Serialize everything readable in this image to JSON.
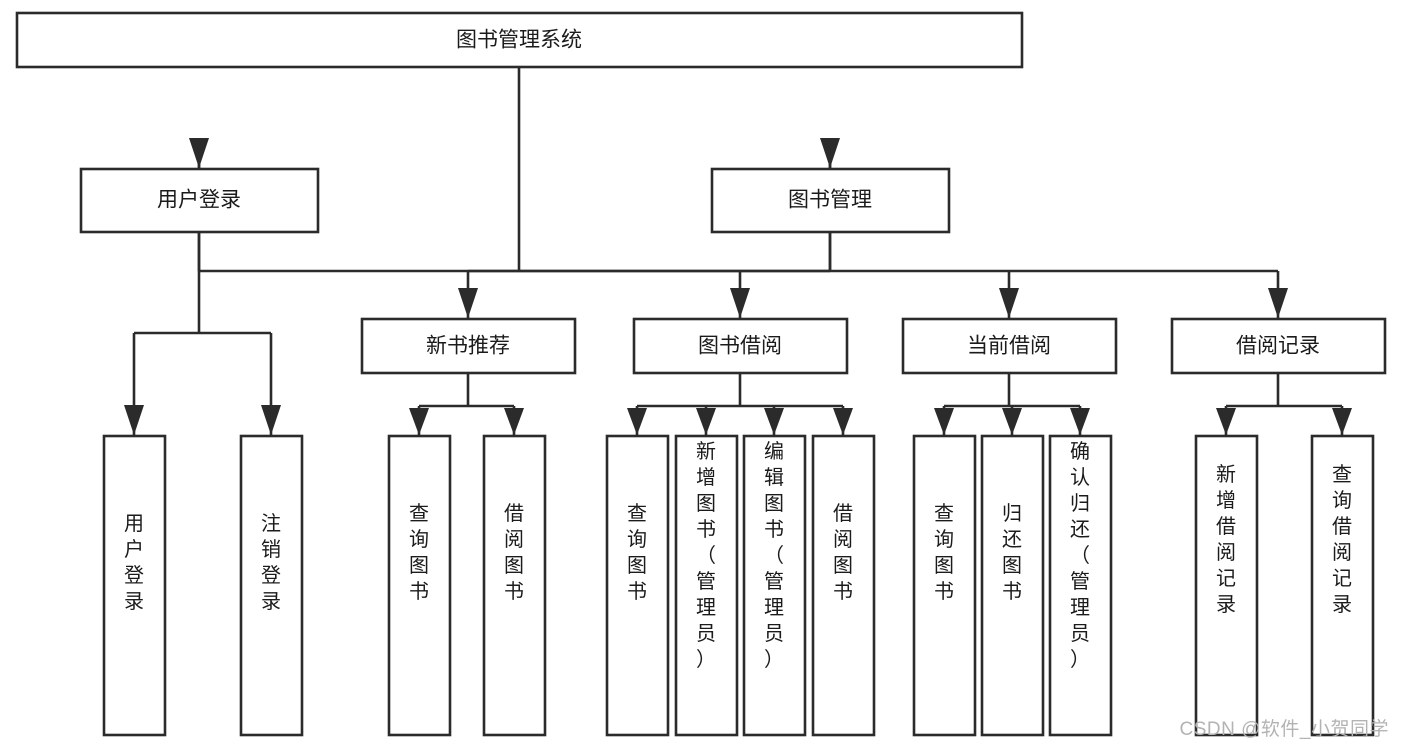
{
  "diagram": {
    "type": "tree-hierarchy",
    "title": "图书管理系统",
    "watermark": "CSDN @软件_小贺同学",
    "colors": {
      "stroke": "#2b2b2b",
      "box_fill": "#ffffff",
      "text": "#1b1b1b",
      "watermark": "#b3b3b3",
      "background": "#ffffff"
    },
    "levels": {
      "root": {
        "label": "图书管理系统"
      },
      "level2": [
        {
          "label": "用户登录"
        },
        {
          "label": "图书管理"
        }
      ],
      "level3": [
        {
          "label": "新书推荐"
        },
        {
          "label": "图书借阅"
        },
        {
          "label": "当前借阅"
        },
        {
          "label": "借阅记录"
        }
      ]
    },
    "leaves": {
      "user_login": [
        {
          "label": "用户登录"
        },
        {
          "label": "注销登录"
        }
      ],
      "new_book_recommend": [
        {
          "label": "查询图书"
        },
        {
          "label": "借阅图书"
        }
      ],
      "book_borrow": [
        {
          "label": "查询图书"
        },
        {
          "label": "新增图书（管理员）"
        },
        {
          "label": "编辑图书（管理员）"
        },
        {
          "label": "借阅图书"
        }
      ],
      "current_borrow": [
        {
          "label": "查询图书"
        },
        {
          "label": "归还图书"
        },
        {
          "label": "确认归还（管理员）"
        }
      ],
      "borrow_record": [
        {
          "label": "新增借阅记录"
        },
        {
          "label": "查询借阅记录"
        }
      ]
    },
    "edges": [
      {
        "from": "图书管理系统",
        "to": "用户登录"
      },
      {
        "from": "图书管理系统",
        "to": "图书管理"
      },
      {
        "from": "用户登录",
        "to": "用户登录"
      },
      {
        "from": "用户登录",
        "to": "注销登录"
      },
      {
        "from": "图书管理",
        "to": "新书推荐"
      },
      {
        "from": "图书管理",
        "to": "图书借阅"
      },
      {
        "from": "图书管理",
        "to": "当前借阅"
      },
      {
        "from": "图书管理",
        "to": "借阅记录"
      },
      {
        "from": "新书推荐",
        "to": "查询图书"
      },
      {
        "from": "新书推荐",
        "to": "借阅图书"
      },
      {
        "from": "图书借阅",
        "to": "查询图书"
      },
      {
        "from": "图书借阅",
        "to": "新增图书（管理员）"
      },
      {
        "from": "图书借阅",
        "to": "编辑图书（管理员）"
      },
      {
        "from": "图书借阅",
        "to": "借阅图书"
      },
      {
        "from": "当前借阅",
        "to": "查询图书"
      },
      {
        "from": "当前借阅",
        "to": "归还图书"
      },
      {
        "from": "当前借阅",
        "to": "确认归还（管理员）"
      },
      {
        "from": "借阅记录",
        "to": "新增借阅记录"
      },
      {
        "from": "借阅记录",
        "to": "查询借阅记录"
      }
    ]
  }
}
